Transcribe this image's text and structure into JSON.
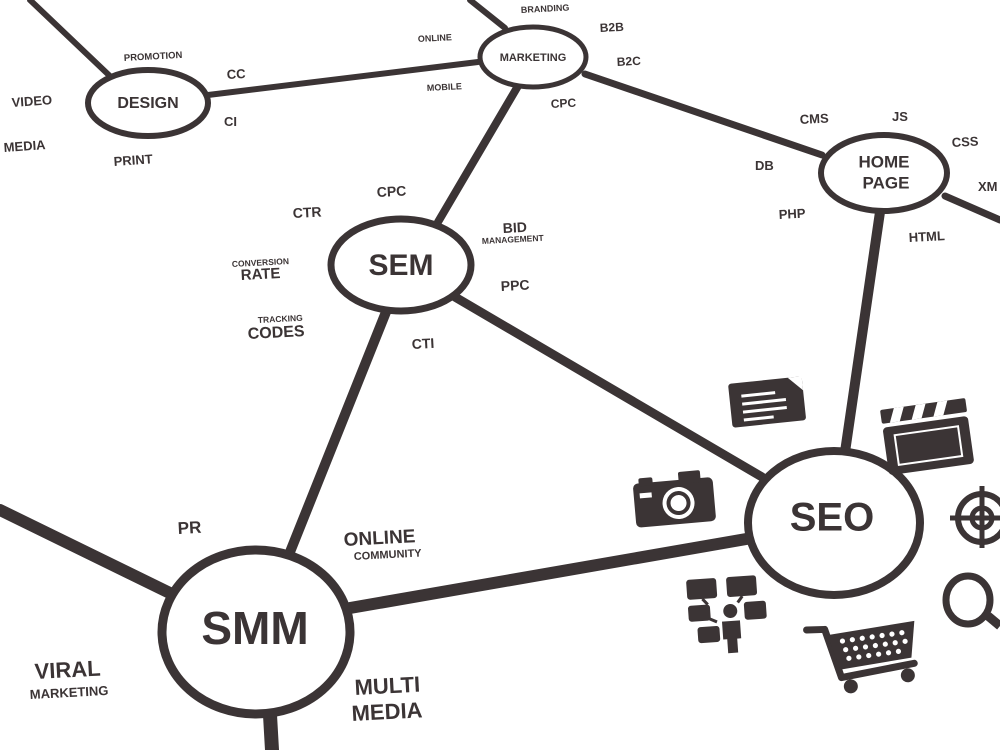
{
  "colors": {
    "ink": "#3b3435",
    "background": "#ffffff"
  },
  "nodes": {
    "design": "DESIGN",
    "marketing": "MARKETING",
    "home_page_line1": "HOME",
    "home_page_line2": "PAGE",
    "sem": "SEM",
    "seo": "SEO",
    "smm": "SMM"
  },
  "labels": {
    "promotion": "PROMOTION",
    "video": "VIDEO",
    "cc": "CC",
    "ci": "CI",
    "media": "MEDIA",
    "print": "PRINT",
    "online": "ONLINE",
    "mobile": "MOBILE",
    "branding": "BRANDING",
    "b2b": "B2B",
    "b2c": "B2C",
    "cpc_top": "CPC",
    "cms": "CMS",
    "js": "JS",
    "css": "CSS",
    "db": "DB",
    "xml": "XM",
    "php": "PHP",
    "html": "HTML",
    "cpc_sem": "CPC",
    "ctr": "CTR",
    "bid": "BID",
    "management": "MANAGEMENT",
    "conversion": "CONVERSION",
    "rate": "RATE",
    "ppc": "PPC",
    "tracking": "TRACKING",
    "codes": "CODES",
    "cti": "CTI",
    "pr": "PR",
    "online_community_1": "ONLINE",
    "online_community_2": "COMMUNITY",
    "viral": "VIRAL",
    "viral_marketing": "MARKETING",
    "multi": "MULTI",
    "multimedia": "MEDIA"
  },
  "icons": [
    "document-icon",
    "clapperboard-icon",
    "camera-icon",
    "target-icon",
    "people-network-icon",
    "shopping-cart-icon",
    "magnifier-icon"
  ]
}
